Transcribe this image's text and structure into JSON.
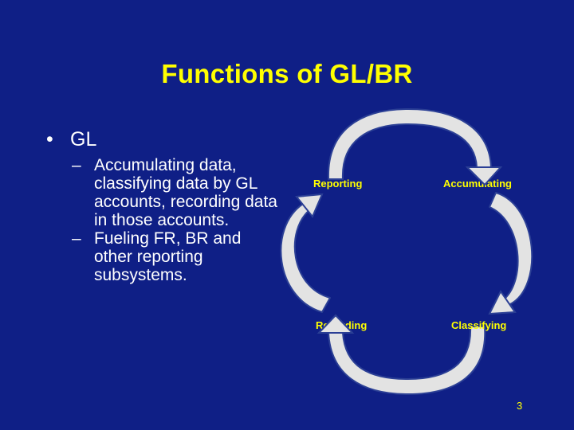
{
  "slide": {
    "title": "Functions of GL/BR",
    "bullet": {
      "mark": "•",
      "text": "GL"
    },
    "subbullets": [
      {
        "dash": "–",
        "text": "Accumulating data, classifying data by GL accounts, recording data in those accounts."
      },
      {
        "dash": "–",
        "text": "Fueling FR, BR and other reporting subsystems."
      }
    ]
  },
  "diagram": {
    "labels": {
      "reporting": "Reporting",
      "accumulating": "Accumulating",
      "recording": "Recording",
      "classifying": "Classifying"
    }
  },
  "page_number": "3",
  "colors": {
    "background": "#0f1f86",
    "title": "#ffff00",
    "text": "#ffffff",
    "arrow_fill": "#e3e3e3",
    "arrow_stroke": "#2b3f95"
  }
}
